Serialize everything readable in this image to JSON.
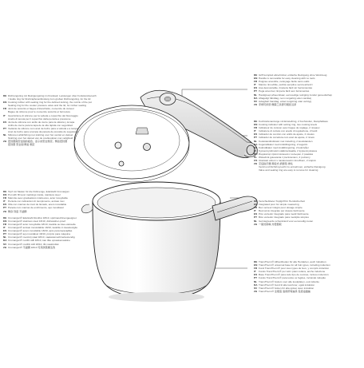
{
  "blocks": {
    "lid_ring": {
      "lines": [
        {
          "code": "DE",
          "text": "Dichtungsring mit Reinigungsring im Kreislauf, Leistungen über Funktionsbereich"
        },
        {
          "code": "",
          "text": "I Guide ring for Drehzapfenanbindung zum großen Dichtungsring, for the lid"
        },
        {
          "code": "EN",
          "text": "Cooking rubber with sealing ring for the defined locking, the nozzle of the pot"
        },
        {
          "code": "",
          "text": "Sealing ring for the cooker pressure valve and the lid, for rubber sealing"
        },
        {
          "code": "FR",
          "text": "Joint de sécurité et bague d'étanchéité, couvercle du cuiseur"
        },
        {
          "code": "",
          "text": "Bague de silicone pour le couvercle sécurité et fermeture"
        },
        {
          "code": "IT",
          "text": "Guarnizione di silicone per la valvola e coperchio del bloccaggio"
        },
        {
          "code": "",
          "text": "Anello di tenuta per il coperchio della pentola a pressione"
        },
        {
          "code": "ES",
          "text": "Junta de silicona con anillo de cierre para la válvula y la tapa"
        },
        {
          "code": "",
          "text": "Anillo de cierre para la tapa de la olla rápida con seguridad"
        },
        {
          "code": "PT",
          "text": "Vedante de silicone com anel de fecho para a válvula e a tampa"
        },
        {
          "code": "",
          "text": "Anel de fecho para a tampa da panela de pressão de segurança"
        },
        {
          "code": "NL",
          "text": "Siliconen afdichtring met sluitring voor het ventiel en deksel"
        },
        {
          "code": "",
          "text": "Sluitring voor het deksel van de snelkookpan met veiligheid"
        },
        {
          "code": "ZH",
          "text": "密封圈與安全閥的組合，蓋子的安全鎖定，鍋蓋密封圈"
        },
        {
          "code": "",
          "text": "密封圈 安全閥 鍋蓋 鎖定"
        }
      ]
    },
    "pot_body": {
      "lines": [
        {
          "code": "DE",
          "text": "Topf mit Skalen für die Füllmenge, Edelstahl Cromargan"
        },
        {
          "code": "EN",
          "text": "Pot with fill level markings inside, stainless steel"
        },
        {
          "code": "FR",
          "text": "Marmite avec graduations intérieures, acier inoxydable"
        },
        {
          "code": "IT",
          "text": "Pentola con indicazioni di riempimento, acciaio inox"
        },
        {
          "code": "ES",
          "text": "Olla con marcas de nivel de llenado, acero inoxidable"
        },
        {
          "code": "PT",
          "text": "Panela com marcas de enchimento, aço inoxidável"
        },
        {
          "code": "ZH",
          "text": "鍋身 刻度 不鏽鋼"
        },
        {
          "code": "",
          "text": ""
        },
        {
          "code": "DE",
          "text": "Cromargan® Edelstahl Rostfrei 18/10, spülmaschinengeeignet"
        },
        {
          "code": "EN",
          "text": "Cromargan® stainless steel 18/10, dishwasher-proof"
        },
        {
          "code": "FR",
          "text": "Cromargan® acier inoxydable 18/10, lavable au lave-vaisselle"
        },
        {
          "code": "IT",
          "text": "Cromargan® acciaio inossidabile 18/10, lavabile in lavastoviglie"
        },
        {
          "code": "ES",
          "text": "Cromargan® acero inoxidable 18/10, apto para lavavajillas"
        },
        {
          "code": "PT",
          "text": "Cromargan® aço inoxidável 18/10, próprio para máquina"
        },
        {
          "code": "NL",
          "text": "Cromargan® roestvrij staal 18/10, vaatwasmachinebestendig"
        },
        {
          "code": "DA",
          "text": "Cromargan® rustfrit stål 18/10, kan tåle opvaskemaskine"
        },
        {
          "code": "SV",
          "text": "Cromargan® rostfritt stål 18/10, tål maskindisk"
        },
        {
          "code": "ZH",
          "text": "Cromargan® 不鏽鋼 18/10 可用洗碗機清洗"
        }
      ]
    },
    "handle_top": {
      "lines": [
        {
          "code": "DE",
          "text": "Griff komplett abnehmbar, einfache Reinigung ohne Werkzeug"
        },
        {
          "code": "EN",
          "text": "Handle is removable for easy cleaning with no tools"
        },
        {
          "code": "FR",
          "text": "Poignée amovible, nettoyage facile sans outils"
        },
        {
          "code": "IT",
          "text": "Manico rimovibile, pulizia semplice senza attrezzi"
        },
        {
          "code": "ES",
          "text": "Asa desmontable, limpieza fácil sin herramientas"
        },
        {
          "code": "PT",
          "text": "Pega amovível, limpeza fácil sem ferramentas"
        },
        {
          "code": "NL",
          "text": "Handgreep afneembaar, eenvoudige reiniging zonder gereedschap"
        },
        {
          "code": "DA",
          "text": "Aftageligt håndtag, nem rengøring uden værktøj"
        },
        {
          "code": "SV",
          "text": "Avtagbart handtag, enkel rengöring utan verktyg"
        },
        {
          "code": "ZH",
          "text": "手柄可拆卸 無需工具即可輕鬆清潔"
        }
      ]
    },
    "cooking_indicator": {
      "lines": [
        {
          "code": "DE",
          "text": "Kochstufenanzeige mit Einstellring, 2 Kochstufen, Dampfablass"
        },
        {
          "code": "EN",
          "text": "Cooking indicator with setting ring, two cooking levels"
        },
        {
          "code": "FR",
          "text": "Indicateur de cuisson avec bague de réglage, 2 niveaux"
        },
        {
          "code": "IT",
          "text": "Indicatore di cottura con anello di regolazione, 2 livelli"
        },
        {
          "code": "ES",
          "text": "Indicador de cocción con anillo de ajuste, 2 niveles"
        },
        {
          "code": "PT",
          "text": "Indicador de cozedura com anel de ajuste, 2 níveis"
        },
        {
          "code": "NL",
          "text": "Kookstandindicator met instelring, 2 kookstanden"
        },
        {
          "code": "DA",
          "text": "Kogeindikator med indstillingsring, 2 kogetrin"
        },
        {
          "code": "SV",
          "text": "Kokindikator med inställningsring, 2 koknivåer"
        },
        {
          "code": "FI",
          "text": "Kypsennysilmaisin säätörenkaalla, 2 kypsennystasoa"
        },
        {
          "code": "RU",
          "text": "Индикатор приготовления с кольцом, 2 режима"
        },
        {
          "code": "PL",
          "text": "Wskaźnik gotowania z pierścieniem, 2 poziomy"
        },
        {
          "code": "CS",
          "text": "Ukazatel vaření s nastavovacím kroužkem, 2 stupně"
        },
        {
          "code": "ZH",
          "text": "烹飪指示器 兩段式 調節環 排氣"
        },
        {
          "code": "",
          "text": "Ventil und Dichtring leicht zu entnehmen, einfache Reinigung"
        },
        {
          "code": "",
          "text": "Valve and sealing ring are easy to remove for cleaning"
        }
      ]
    },
    "handle_side": {
      "lines": [
        {
          "code": "DE",
          "text": "Verschiebbarer Topfgriff für Herdsicherheit"
        },
        {
          "code": "EN",
          "text": "Integrated pour for simple measuring"
        },
        {
          "code": "FR",
          "text": "Bec verseur intégré pour dosage simple"
        },
        {
          "code": "IT",
          "text": "Beccuccio integrato per dosare facilmente"
        },
        {
          "code": "ES",
          "text": "Pico vertedor integrado para medir fácilmente"
        },
        {
          "code": "PT",
          "text": "Bico vertedor integrado para medição simples"
        },
        {
          "code": "NL",
          "text": "Geïntegreerde schenkrand voor eenvoudig meten"
        },
        {
          "code": "ZH",
          "text": "一體式倒嘴 方便量取"
        }
      ]
    },
    "transtherm_base": {
      "lines": [
        {
          "code": "DE",
          "text": "TransTherm® Allherdboden für alle Herdarten, auch Induktion"
        },
        {
          "code": "EN",
          "text": "TransTherm® universal base for all hob types, including induction"
        },
        {
          "code": "FR",
          "text": "Fond TransTherm® pour tous types de feux, y compris induction"
        },
        {
          "code": "IT",
          "text": "Fondo TransTherm® per tutti i piani cottura, anche induzione"
        },
        {
          "code": "ES",
          "text": "Base TransTherm® para todo tipo de cocinas, incluso inducción"
        },
        {
          "code": "PT",
          "text": "Fundo TransTherm® para todos os fogões, incluindo indução"
        },
        {
          "code": "NL",
          "text": "TransTherm® bodem voor alle kookplaten, ook inductie"
        },
        {
          "code": "DA",
          "text": "TransTherm® bund til alle komfurer, også induktion"
        },
        {
          "code": "SV",
          "text": "TransTherm® botten för alla spisar, även induktion"
        },
        {
          "code": "ZH",
          "text": "TransTherm® 全能底 適用所有爐具 包括電磁爐"
        }
      ]
    }
  },
  "colors": {
    "line": "#222222",
    "text": "#555555",
    "fill": "#ffffff",
    "shade": "#d0d0d0"
  }
}
